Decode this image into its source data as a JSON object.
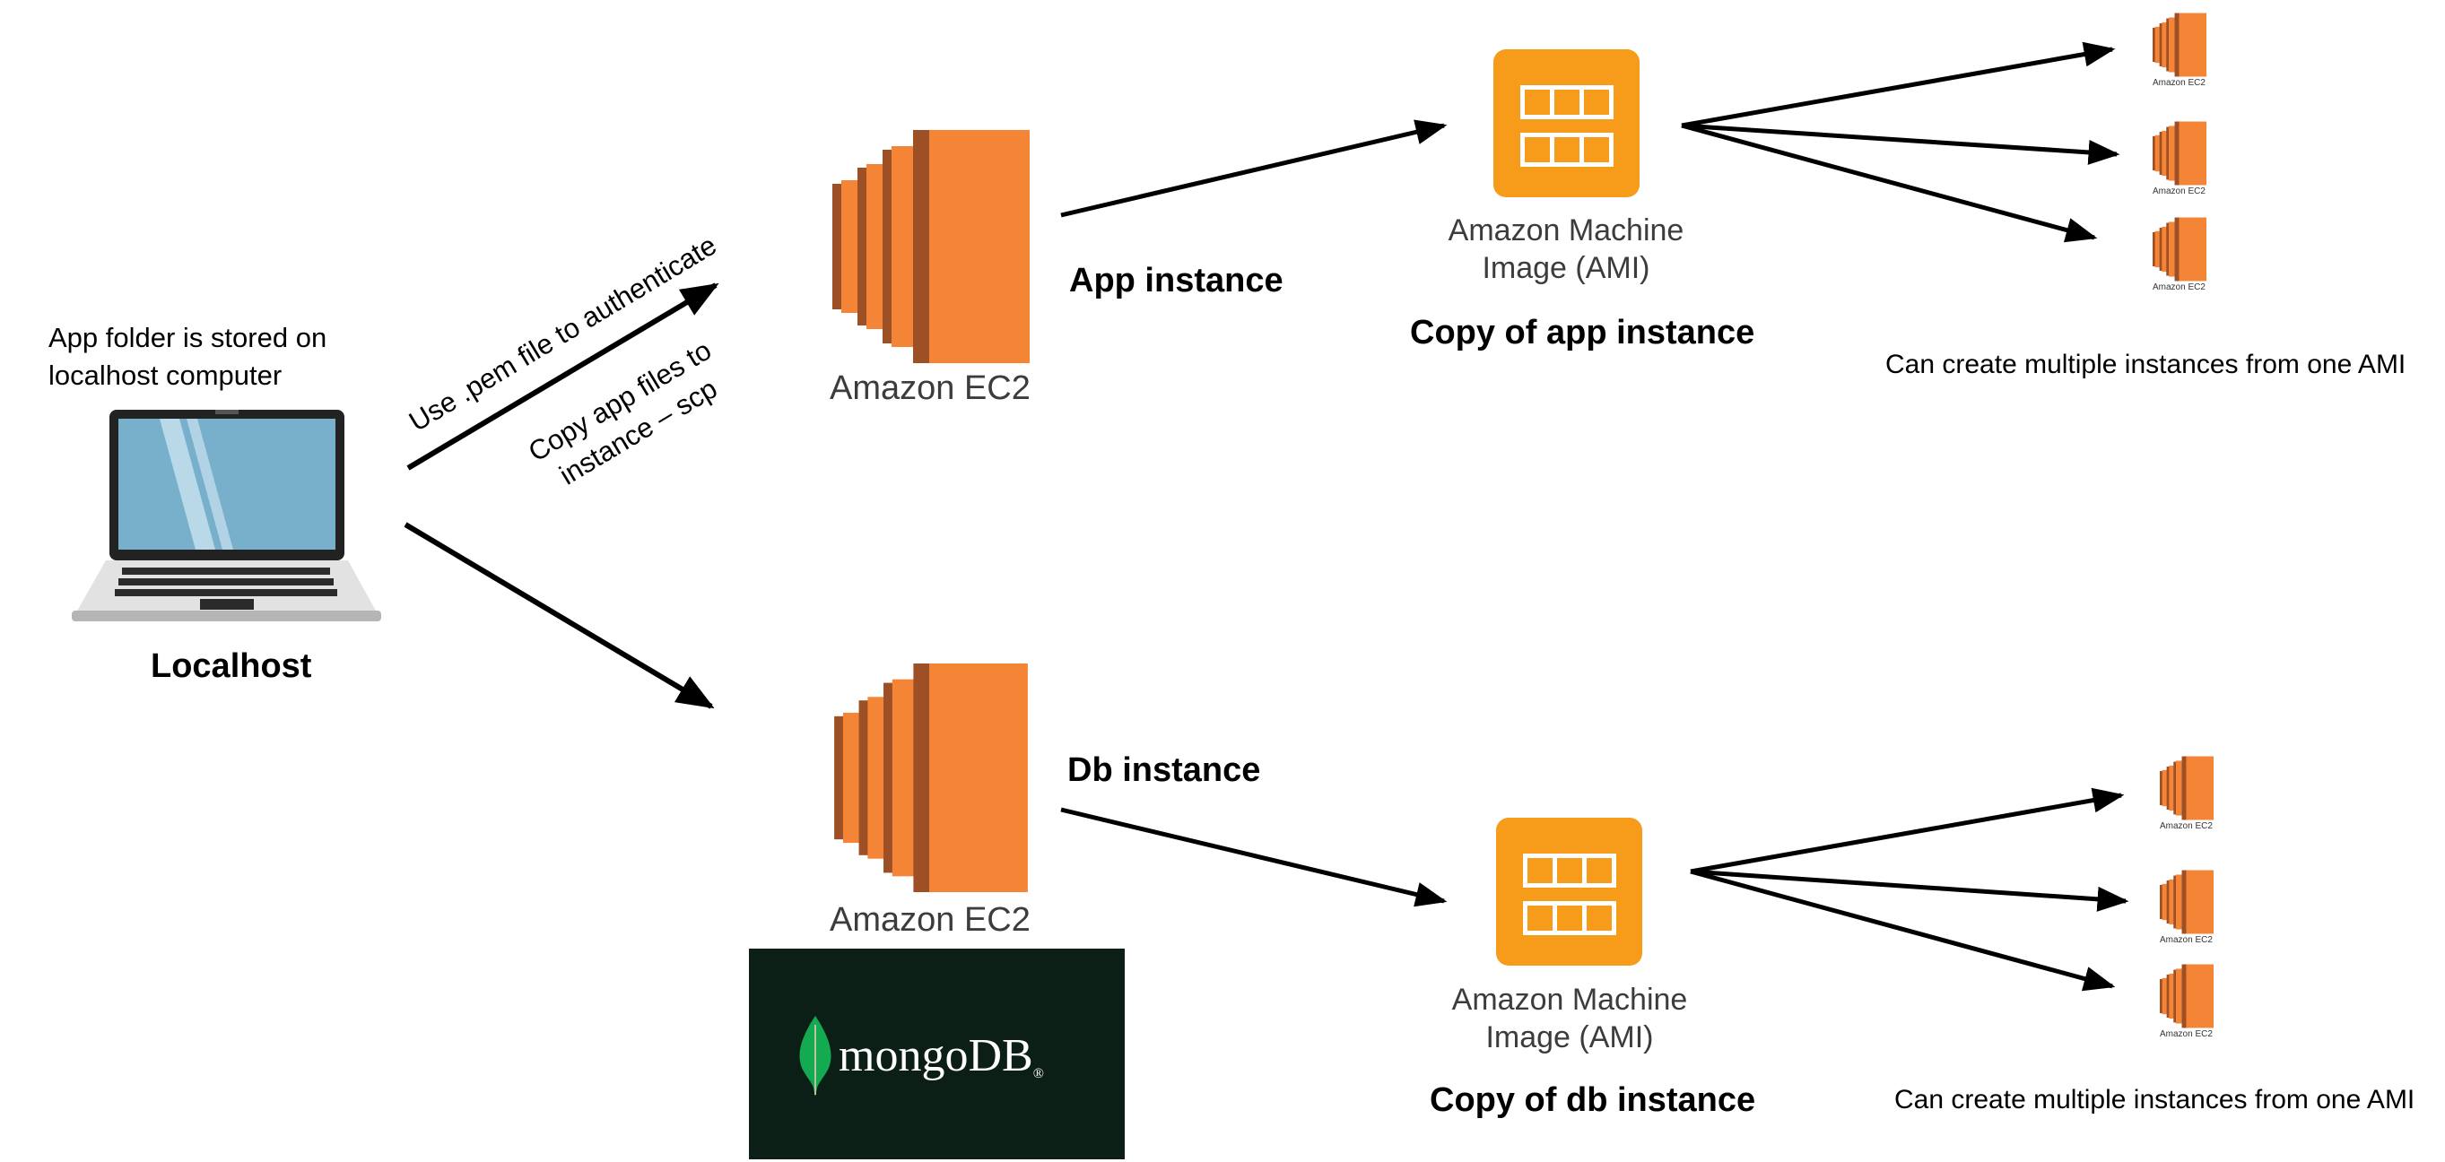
{
  "localhost": {
    "note_line1": "App folder is stored on",
    "note_line2": "localhost computer",
    "label": "Localhost"
  },
  "arrows": {
    "pem_label": "Use .pem file to authenticate",
    "scp_line1": "Copy app files to",
    "scp_line2": "instance – scp"
  },
  "app": {
    "ec2_caption": "Amazon EC2",
    "instance_label": "App instance",
    "ami_line1": "Amazon Machine",
    "ami_line2": "Image (AMI)",
    "copy_label": "Copy of app instance",
    "multi_note": "Can create multiple instances from one AMI",
    "mini_captions": [
      "Amazon EC2",
      "Amazon EC2",
      "Amazon EC2"
    ]
  },
  "db": {
    "ec2_caption": "Amazon EC2",
    "instance_label": "Db instance",
    "ami_line1": "Amazon Machine",
    "ami_line2": "Image (AMI)",
    "copy_label": "Copy of db instance",
    "multi_note": "Can create multiple instances from one AMI",
    "mini_captions": [
      "Amazon EC2",
      "Amazon EC2",
      "Amazon EC2"
    ],
    "mongo_logo": "mongoDB"
  },
  "colors": {
    "ec2_front": "#f58536",
    "ec2_dark": "#9d5025",
    "ami_orange": "#f79b1b",
    "mongo_bg": "#0c1f17",
    "mongo_leaf": "#13aa52",
    "laptop_screen": "#78b0cc"
  },
  "icons": {
    "laptop": "laptop-icon",
    "ec2": "ec2-icon",
    "ami": "ami-icon",
    "mongo": "mongodb-logo"
  }
}
